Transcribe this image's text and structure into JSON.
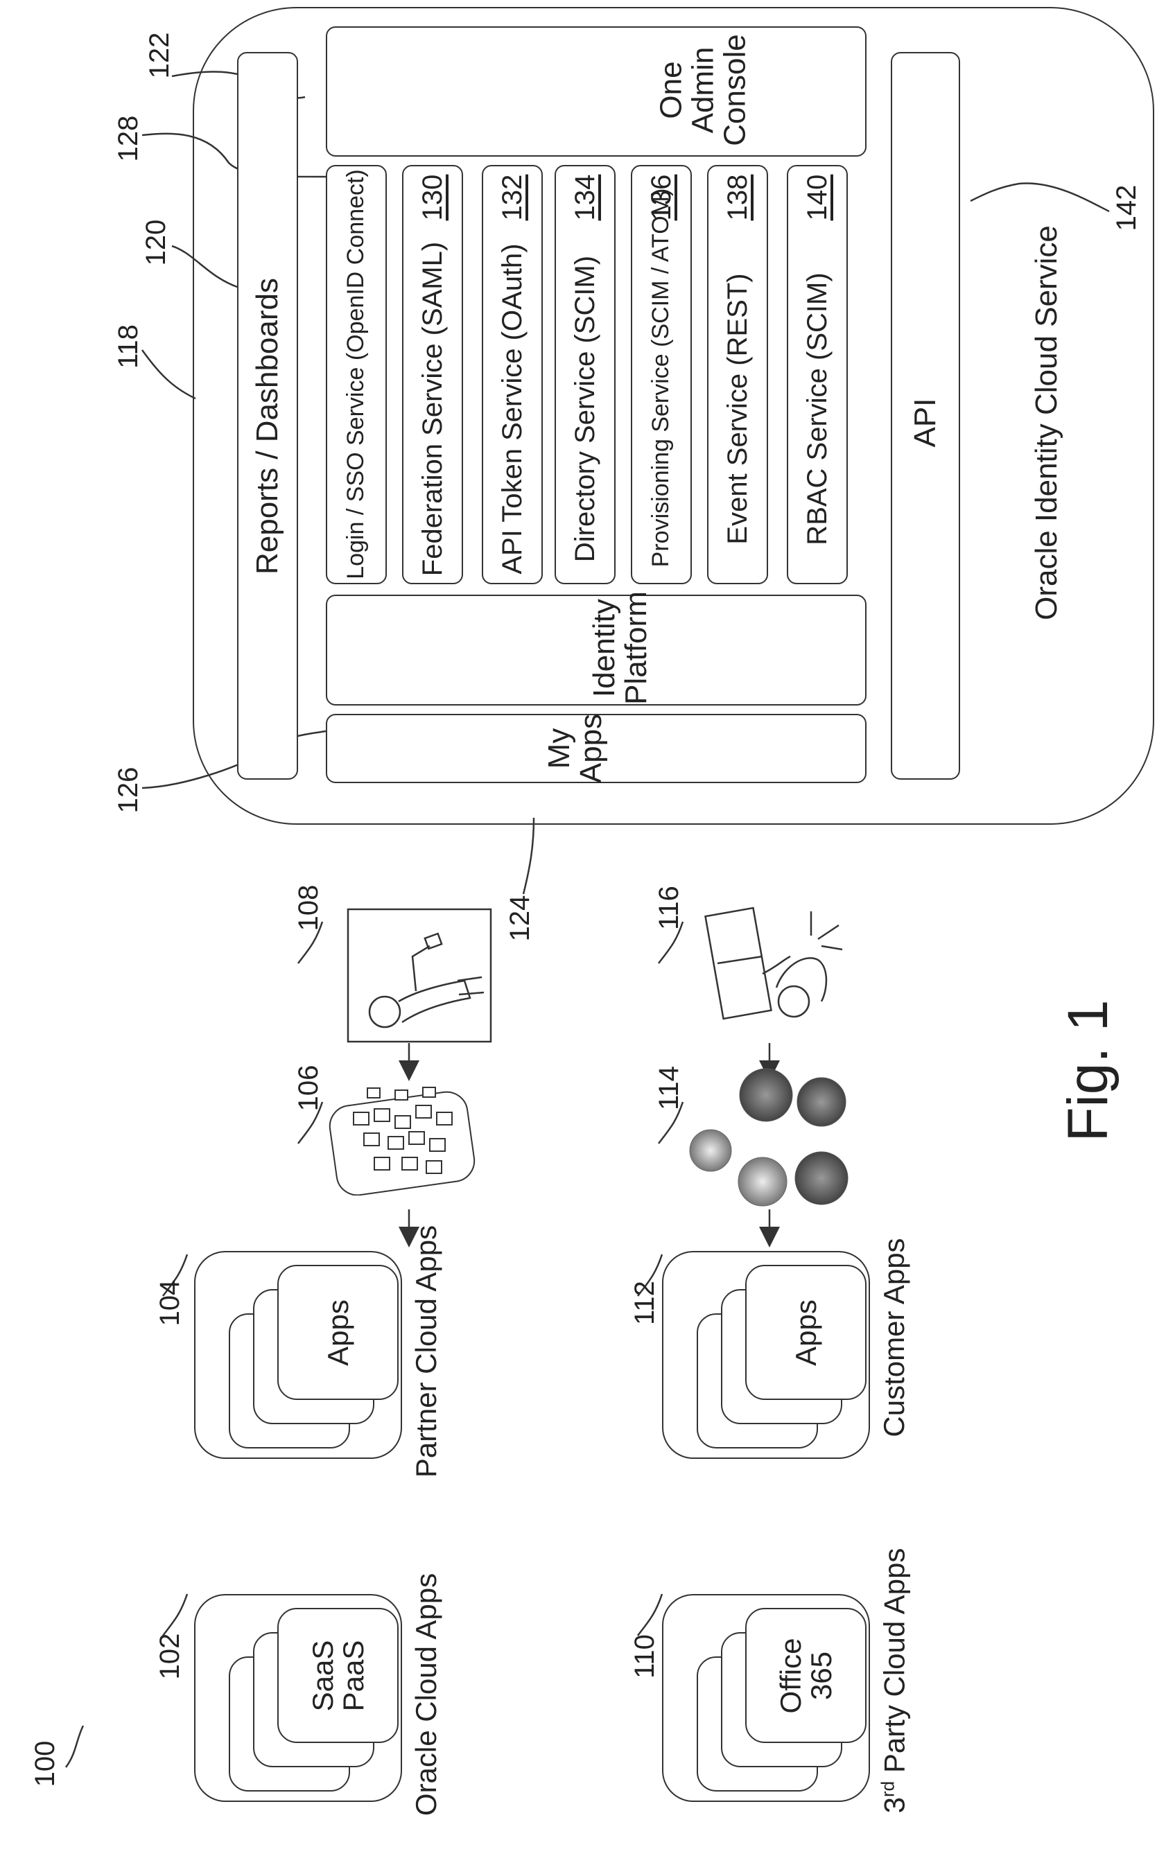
{
  "figure": {
    "label": "Fig. 1",
    "system_ref": "100"
  },
  "ics": {
    "ref": "118",
    "title": "Oracle Identity Cloud Service",
    "reports": {
      "label": "Reports / Dashboards",
      "ref": "120"
    },
    "admin_console": {
      "line1": "One",
      "line2": "Admin",
      "line3": "Console",
      "ref": "122"
    },
    "my_apps": {
      "line1": "My",
      "line2": "Apps",
      "ref": "124"
    },
    "identity_platform": {
      "line1": "Identity",
      "line2": "Platform",
      "ref": "126"
    },
    "services": [
      {
        "label": "Login / SSO Service (OpenID Connect)",
        "ref": "128",
        "inline_ref": ""
      },
      {
        "label": "Federation Service (SAML)",
        "ref": "130",
        "inline_ref": "130"
      },
      {
        "label": "API Token Service (OAuth)",
        "ref": "132",
        "inline_ref": "132"
      },
      {
        "label": "Directory Service (SCIM)",
        "ref": "134",
        "inline_ref": "134"
      },
      {
        "label": "Provisioning Service (SCIM / ATOM)",
        "ref": "136",
        "inline_ref": "136"
      },
      {
        "label": "Event Service (REST)",
        "ref": "138",
        "inline_ref": "138"
      },
      {
        "label": "RBAC Service (SCIM)",
        "ref": "140",
        "inline_ref": "140"
      }
    ],
    "api": {
      "label": "API",
      "ref": "142"
    }
  },
  "clients": {
    "mobile_user": {
      "ref": "108",
      "icon": "person-with-phone-icon"
    },
    "mobile_device": {
      "ref": "106",
      "icon": "mobile-apps-icon"
    },
    "desktop_user": {
      "ref": "116",
      "icon": "person-at-desk-icon"
    },
    "browsers": {
      "ref": "114",
      "icon": "web-browsers-icon"
    }
  },
  "app_groups": [
    {
      "ref": "102",
      "inner_line1": "SaaS",
      "inner_line2": "PaaS",
      "caption": "Oracle Cloud Apps"
    },
    {
      "ref": "104",
      "inner_line1": "Apps",
      "inner_line2": "",
      "caption": "Partner Cloud Apps"
    },
    {
      "ref": "110",
      "inner_line1": "Office",
      "inner_line2": "365",
      "caption_sup": "rd",
      "caption_pre": "3",
      "caption": "Party Cloud Apps"
    },
    {
      "ref": "112",
      "inner_line1": "Apps",
      "inner_line2": "",
      "caption": "Customer Apps"
    }
  ]
}
